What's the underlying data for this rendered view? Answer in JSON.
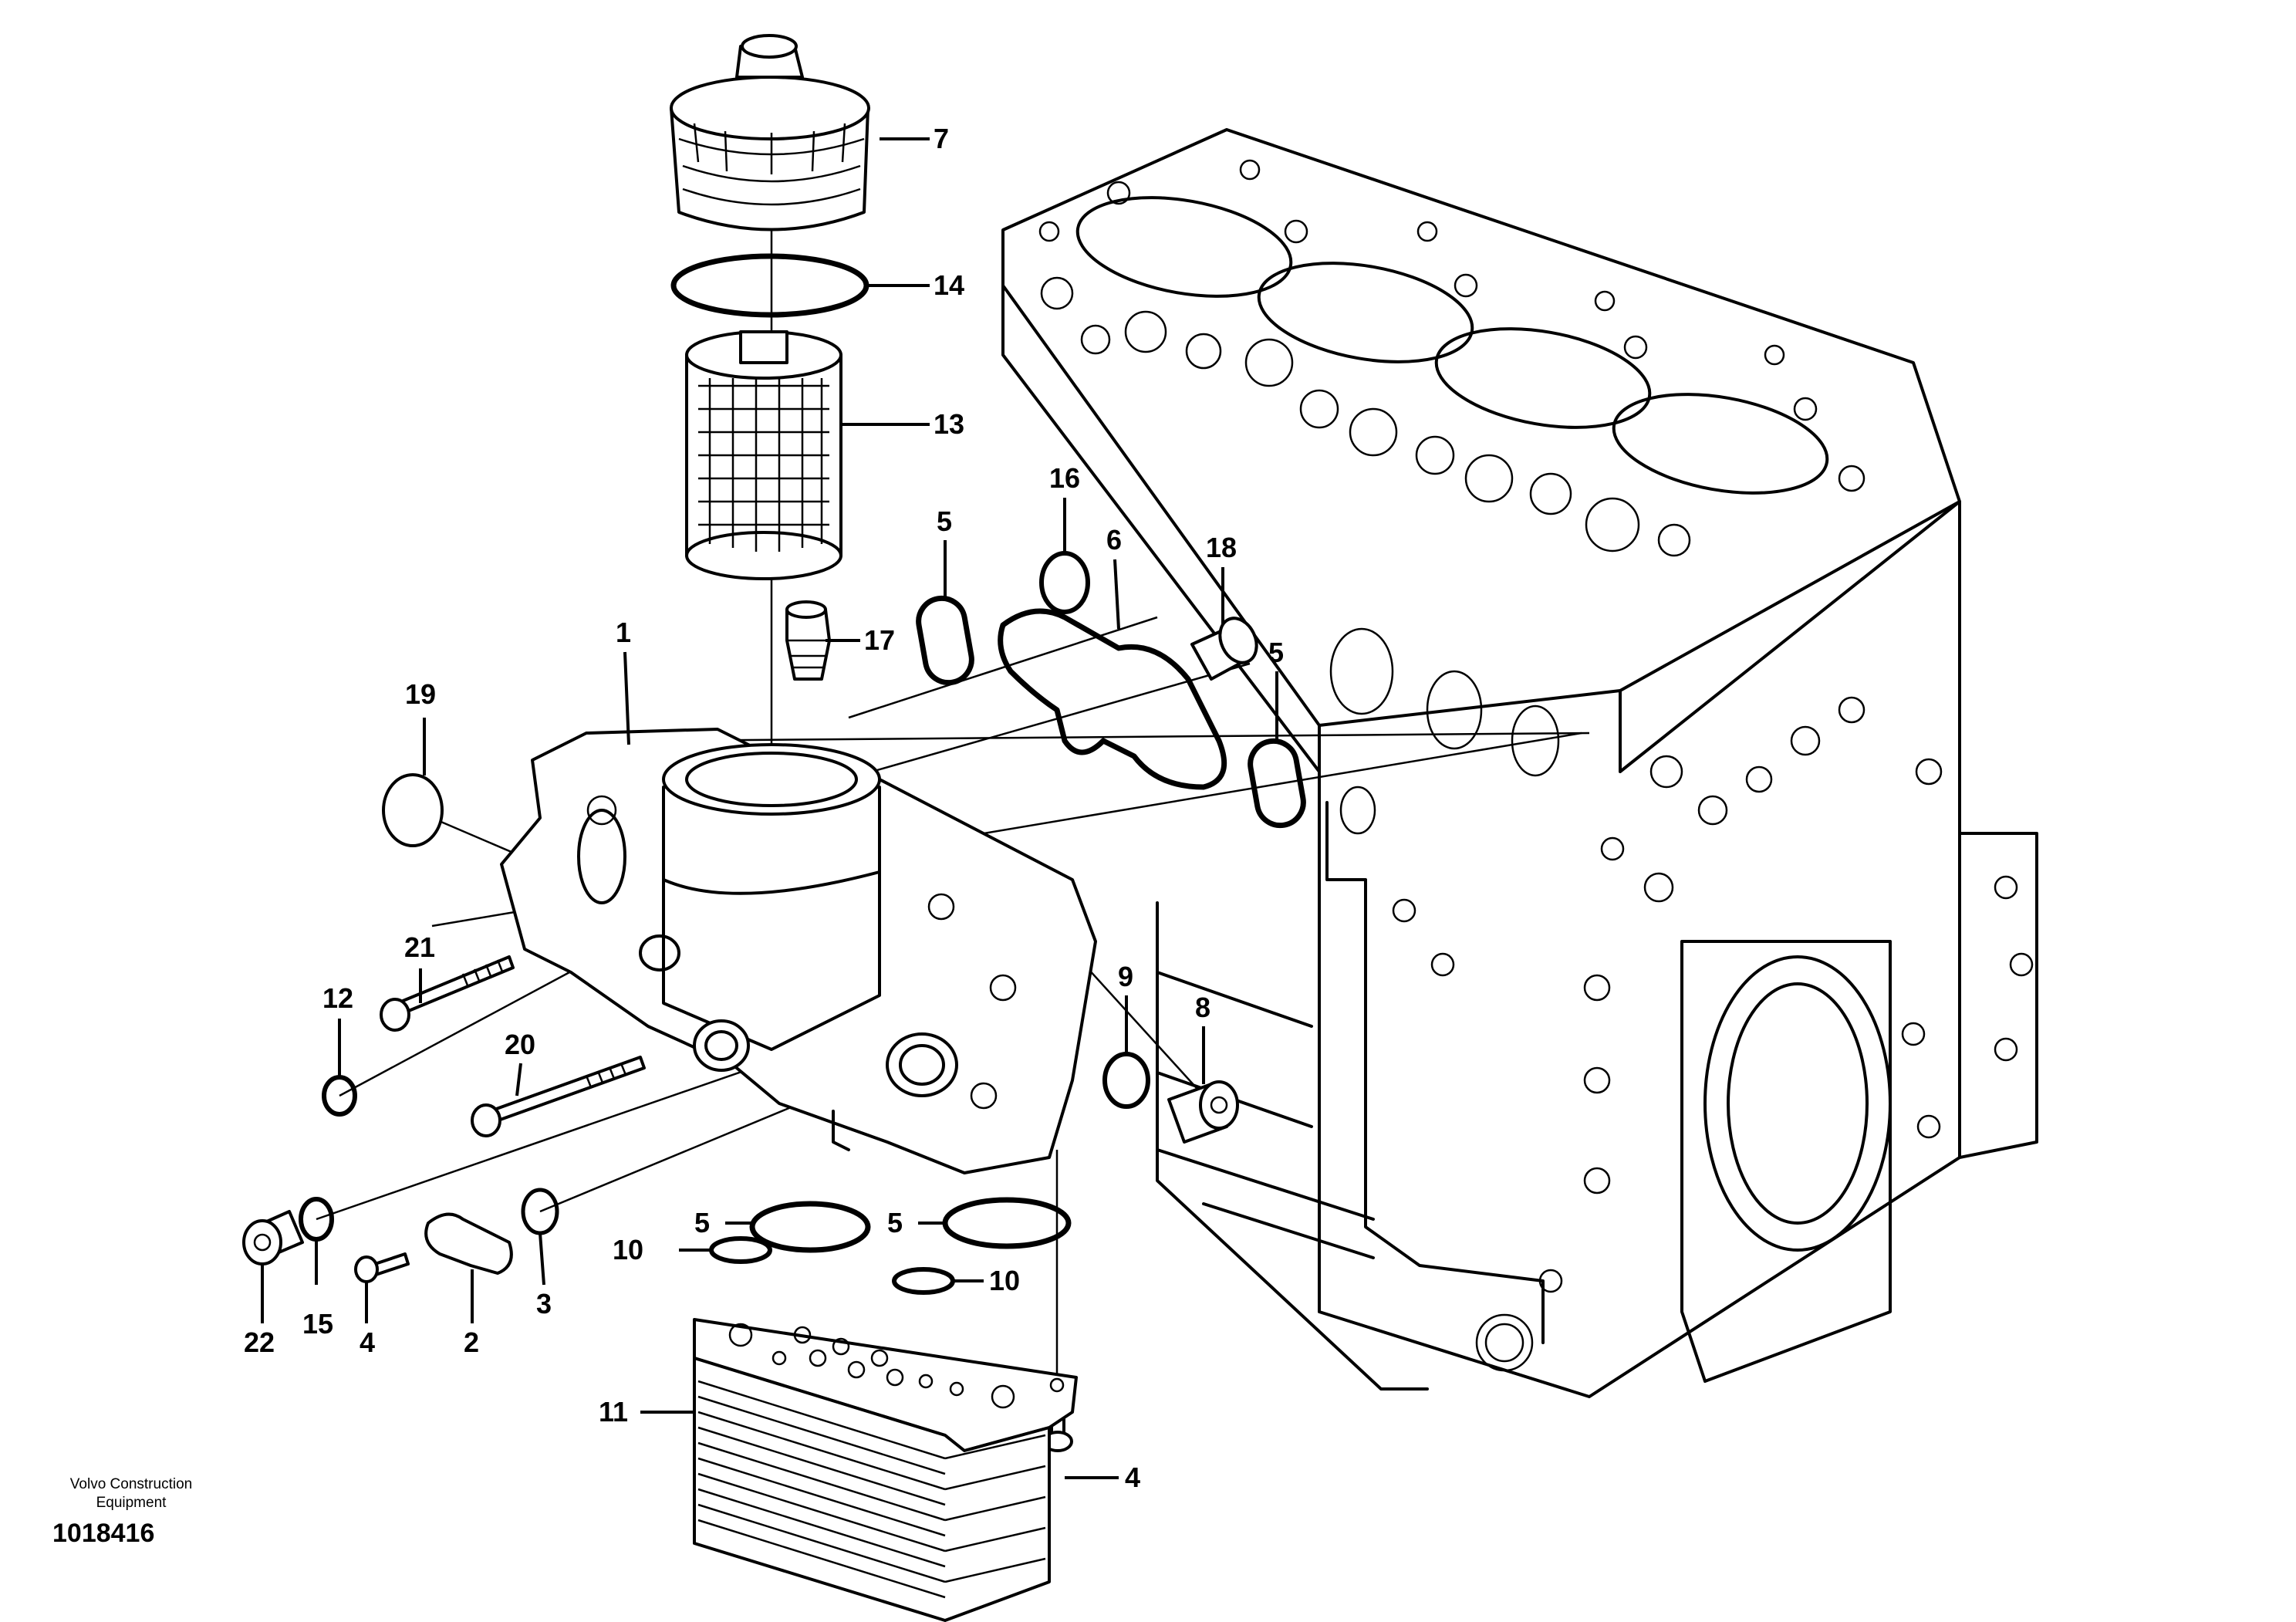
{
  "footer": {
    "brand_line1": "Volvo Construction",
    "brand_line2": "Equipment",
    "drawing_number": "1018416"
  },
  "callouts": [
    "1",
    "2",
    "3",
    "4",
    "4",
    "5",
    "5",
    "5",
    "5",
    "6",
    "7",
    "8",
    "9",
    "10",
    "10",
    "11",
    "12",
    "13",
    "14",
    "15",
    "16",
    "17",
    "18",
    "19",
    "20",
    "21",
    "22"
  ],
  "parts": [
    {
      "name": "oil-filter-housing",
      "callout": "1"
    },
    {
      "name": "cover-plate",
      "callout": "2"
    },
    {
      "name": "o-ring",
      "callout": "3"
    },
    {
      "name": "bolt",
      "callout": "4"
    },
    {
      "name": "seal",
      "callout": "5"
    },
    {
      "name": "gasket",
      "callout": "6"
    },
    {
      "name": "filter-cap",
      "callout": "7"
    },
    {
      "name": "plug",
      "callout": "8"
    },
    {
      "name": "sealing-ring",
      "callout": "9"
    },
    {
      "name": "seal-small",
      "callout": "10"
    },
    {
      "name": "oil-cooler",
      "callout": "11"
    },
    {
      "name": "sealing-ring",
      "callout": "12"
    },
    {
      "name": "filter-element",
      "callout": "13"
    },
    {
      "name": "o-ring",
      "callout": "14"
    },
    {
      "name": "sealing-ring",
      "callout": "15"
    },
    {
      "name": "sealing-ring",
      "callout": "16"
    },
    {
      "name": "valve",
      "callout": "17"
    },
    {
      "name": "plug",
      "callout": "18"
    },
    {
      "name": "cap",
      "callout": "19"
    },
    {
      "name": "bolt",
      "callout": "20"
    },
    {
      "name": "bolt",
      "callout": "21"
    },
    {
      "name": "plug",
      "callout": "22"
    }
  ]
}
